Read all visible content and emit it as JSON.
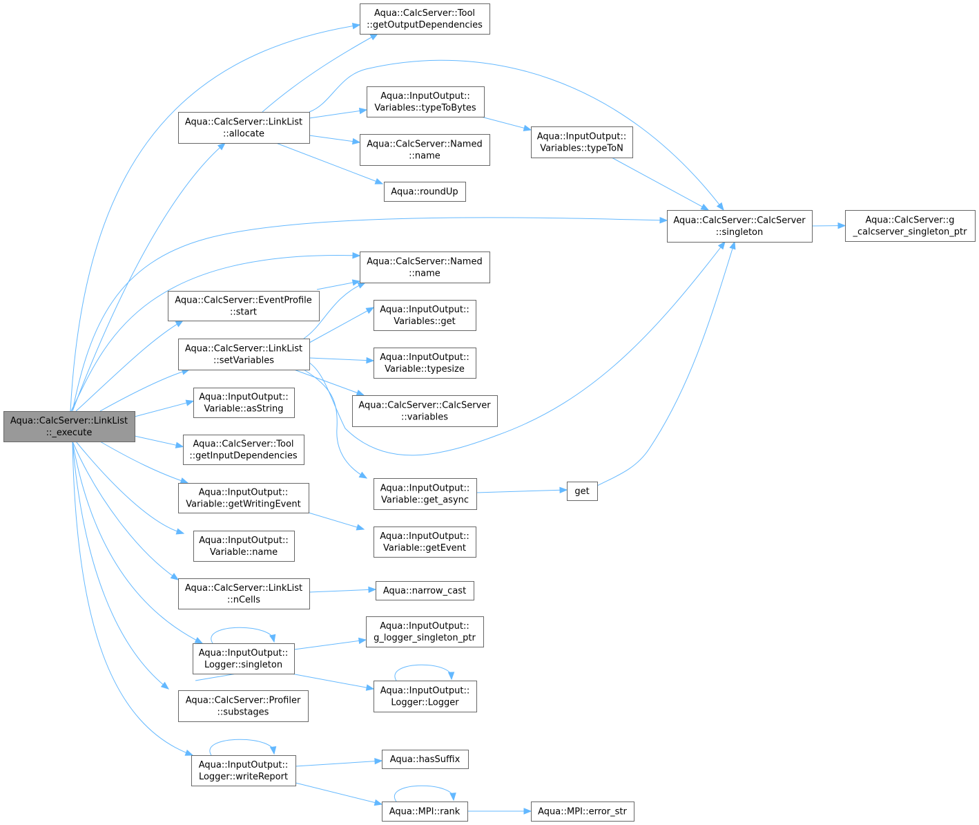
{
  "graph": {
    "root": "execute",
    "nodes": [
      {
        "id": "execute",
        "lines": [
          "Aqua::CalcServer::LinkList",
          "::_execute"
        ],
        "root": true
      },
      {
        "id": "allocate",
        "lines": [
          "Aqua::CalcServer::LinkList",
          "::allocate"
        ]
      },
      {
        "id": "eventStart",
        "lines": [
          "Aqua::CalcServer::EventProfile",
          "::start"
        ]
      },
      {
        "id": "setVariables",
        "lines": [
          "Aqua::CalcServer::LinkList",
          "::setVariables"
        ]
      },
      {
        "id": "asString",
        "lines": [
          "Aqua::InputOutput::",
          "Variable::asString"
        ]
      },
      {
        "id": "getInputDeps",
        "lines": [
          "Aqua::CalcServer::Tool",
          "::getInputDependencies"
        ]
      },
      {
        "id": "getWritingEvent",
        "lines": [
          "Aqua::InputOutput::",
          "Variable::getWritingEvent"
        ]
      },
      {
        "id": "varName",
        "lines": [
          "Aqua::InputOutput::",
          "Variable::name"
        ]
      },
      {
        "id": "nCells",
        "lines": [
          "Aqua::CalcServer::LinkList",
          "::nCells"
        ]
      },
      {
        "id": "loggerSingleton",
        "lines": [
          "Aqua::InputOutput::",
          "Logger::singleton"
        ]
      },
      {
        "id": "substages",
        "lines": [
          "Aqua::CalcServer::Profiler",
          "::substages"
        ]
      },
      {
        "id": "writeReport",
        "lines": [
          "Aqua::InputOutput::",
          "Logger::writeReport"
        ]
      },
      {
        "id": "getOutputDeps",
        "lines": [
          "Aqua::CalcServer::Tool",
          "::getOutputDependencies"
        ]
      },
      {
        "id": "typeToBytes",
        "lines": [
          "Aqua::InputOutput::",
          "Variables::typeToBytes"
        ]
      },
      {
        "id": "namedName1",
        "lines": [
          "Aqua::CalcServer::Named",
          "::name"
        ]
      },
      {
        "id": "roundUp",
        "lines": [
          "Aqua::roundUp"
        ]
      },
      {
        "id": "namedName2",
        "lines": [
          "Aqua::CalcServer::Named",
          "::name"
        ]
      },
      {
        "id": "varsGet",
        "lines": [
          "Aqua::InputOutput::",
          "Variables::get"
        ]
      },
      {
        "id": "typesize",
        "lines": [
          "Aqua::InputOutput::",
          "Variable::typesize"
        ]
      },
      {
        "id": "csVariables",
        "lines": [
          "Aqua::CalcServer::CalcServer",
          "::variables"
        ]
      },
      {
        "id": "getAsync",
        "lines": [
          "Aqua::InputOutput::",
          "Variable::get_async"
        ]
      },
      {
        "id": "getEvent",
        "lines": [
          "Aqua::InputOutput::",
          "Variable::getEvent"
        ]
      },
      {
        "id": "narrowCast",
        "lines": [
          "Aqua::narrow_cast"
        ]
      },
      {
        "id": "gLogger",
        "lines": [
          "Aqua::InputOutput::",
          "g_logger_singleton_ptr"
        ]
      },
      {
        "id": "loggerCtor",
        "lines": [
          "Aqua::InputOutput::",
          "Logger::Logger"
        ]
      },
      {
        "id": "hasSuffix",
        "lines": [
          "Aqua::hasSuffix"
        ]
      },
      {
        "id": "mpiRank",
        "lines": [
          "Aqua::MPI::rank"
        ]
      },
      {
        "id": "typeToN",
        "lines": [
          "Aqua::InputOutput::",
          "Variables::typeToN"
        ]
      },
      {
        "id": "csSingleton",
        "lines": [
          "Aqua::CalcServer::CalcServer",
          "::singleton"
        ]
      },
      {
        "id": "get",
        "lines": [
          "get"
        ]
      },
      {
        "id": "errorStr",
        "lines": [
          "Aqua::MPI::error_str"
        ]
      },
      {
        "id": "gCalcserver",
        "lines": [
          "Aqua::CalcServer::g",
          "_calcserver_singleton_ptr"
        ]
      }
    ],
    "edges": [
      {
        "from": "execute",
        "to": "getOutputDeps"
      },
      {
        "from": "execute",
        "to": "allocate"
      },
      {
        "from": "execute",
        "to": "csSingleton"
      },
      {
        "from": "execute",
        "to": "namedName2"
      },
      {
        "from": "execute",
        "to": "eventStart"
      },
      {
        "from": "execute",
        "to": "setVariables"
      },
      {
        "from": "execute",
        "to": "asString"
      },
      {
        "from": "execute",
        "to": "getInputDeps"
      },
      {
        "from": "execute",
        "to": "getWritingEvent"
      },
      {
        "from": "execute",
        "to": "varName"
      },
      {
        "from": "execute",
        "to": "nCells"
      },
      {
        "from": "execute",
        "to": "loggerSingleton"
      },
      {
        "from": "execute",
        "to": "substages"
      },
      {
        "from": "execute",
        "to": "writeReport"
      },
      {
        "from": "allocate",
        "to": "getOutputDeps"
      },
      {
        "from": "allocate",
        "to": "csSingleton"
      },
      {
        "from": "allocate",
        "to": "typeToBytes"
      },
      {
        "from": "allocate",
        "to": "namedName1"
      },
      {
        "from": "allocate",
        "to": "roundUp"
      },
      {
        "from": "typeToBytes",
        "to": "typeToN"
      },
      {
        "from": "typeToN",
        "to": "csSingleton"
      },
      {
        "from": "csSingleton",
        "to": "gCalcserver"
      },
      {
        "from": "eventStart",
        "to": "namedName2"
      },
      {
        "from": "setVariables",
        "to": "namedName2"
      },
      {
        "from": "setVariables",
        "to": "varsGet"
      },
      {
        "from": "setVariables",
        "to": "typesize"
      },
      {
        "from": "setVariables",
        "to": "csVariables"
      },
      {
        "from": "setVariables",
        "to": "csSingleton"
      },
      {
        "from": "setVariables",
        "to": "getAsync"
      },
      {
        "from": "getAsync",
        "to": "get"
      },
      {
        "from": "get",
        "to": "csSingleton"
      },
      {
        "from": "getWritingEvent",
        "to": "getEvent"
      },
      {
        "from": "nCells",
        "to": "narrowCast"
      },
      {
        "from": "loggerSingleton",
        "to": "loggerSingleton"
      },
      {
        "from": "loggerSingleton",
        "to": "gLogger"
      },
      {
        "from": "loggerSingleton",
        "to": "loggerCtor"
      },
      {
        "from": "loggerCtor",
        "to": "loggerSingleton"
      },
      {
        "from": "loggerCtor",
        "to": "loggerCtor"
      },
      {
        "from": "writeReport",
        "to": "writeReport"
      },
      {
        "from": "writeReport",
        "to": "hasSuffix"
      },
      {
        "from": "writeReport",
        "to": "mpiRank"
      },
      {
        "from": "mpiRank",
        "to": "mpiRank"
      },
      {
        "from": "mpiRank",
        "to": "errorStr"
      }
    ]
  }
}
